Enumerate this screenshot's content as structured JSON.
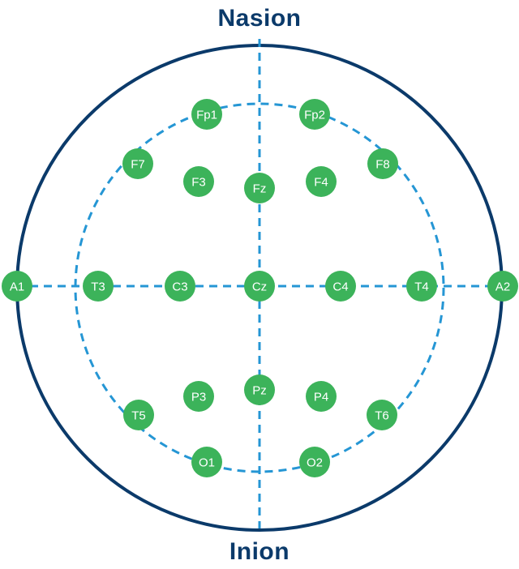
{
  "labels": {
    "top": "Nasion",
    "bottom": "Inion"
  },
  "colors": {
    "outline": "#0b3a6a",
    "dashed": "#2596d4",
    "electrode": "#3cb35a",
    "electrode_text": "#ffffff",
    "label": "#0b3a6a"
  },
  "electrodes": [
    {
      "id": "Fp1"
    },
    {
      "id": "Fp2"
    },
    {
      "id": "F7"
    },
    {
      "id": "F3"
    },
    {
      "id": "Fz"
    },
    {
      "id": "F4"
    },
    {
      "id": "F8"
    },
    {
      "id": "A1"
    },
    {
      "id": "T3"
    },
    {
      "id": "C3"
    },
    {
      "id": "Cz"
    },
    {
      "id": "C4"
    },
    {
      "id": "T4"
    },
    {
      "id": "A2"
    },
    {
      "id": "T5"
    },
    {
      "id": "P3"
    },
    {
      "id": "Pz"
    },
    {
      "id": "P4"
    },
    {
      "id": "T6"
    },
    {
      "id": "O1"
    },
    {
      "id": "O2"
    }
  ]
}
